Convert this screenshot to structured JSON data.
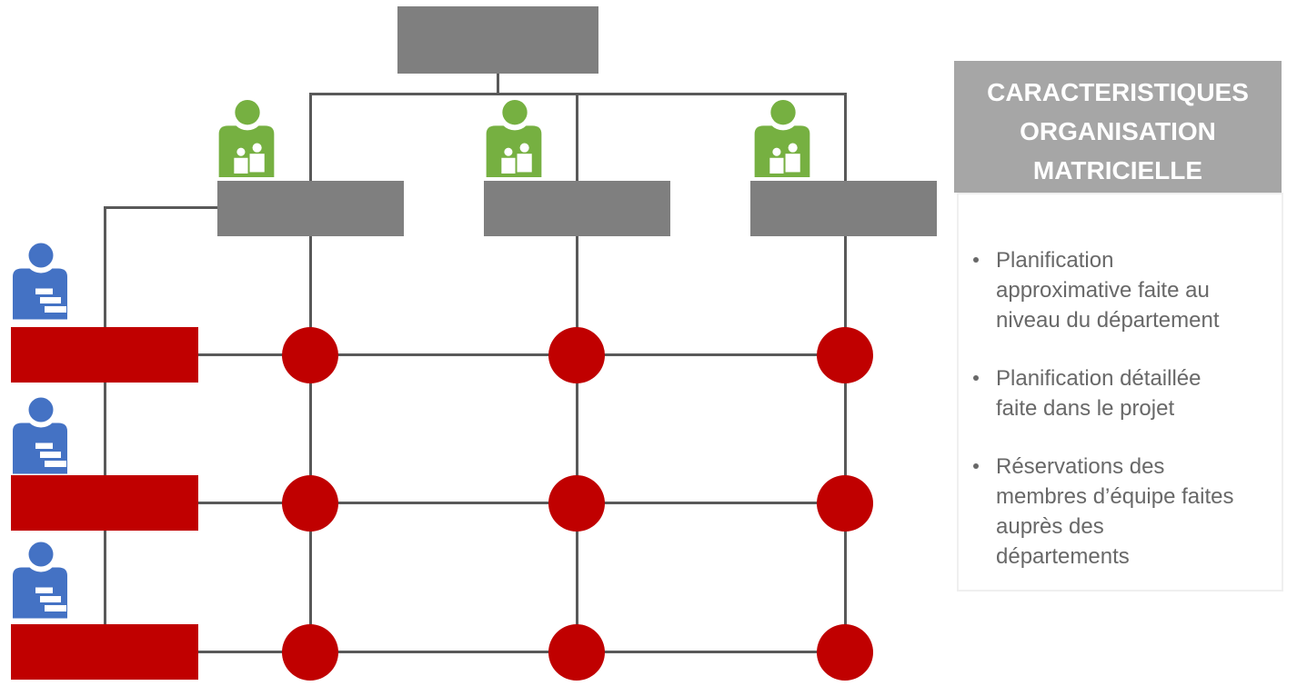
{
  "colors": {
    "org_box_gray": "#7F7F7F",
    "panel_header_gray": "#A6A6A6",
    "connector_line_gray": "#595959",
    "project_red": "#C00000",
    "department_manager_green": "#76B041",
    "project_manager_blue": "#4472C4",
    "panel_text_gray": "#686868",
    "panel_border": "#EFEFEF"
  },
  "diagram": {
    "top_box_label": "",
    "departments": [
      {
        "icon": "department-manager-icon",
        "box_label": ""
      },
      {
        "icon": "department-manager-icon",
        "box_label": ""
      },
      {
        "icon": "department-manager-icon",
        "box_label": ""
      }
    ],
    "projects": [
      {
        "icon": "project-manager-icon",
        "box_label": ""
      },
      {
        "icon": "project-manager-icon",
        "box_label": ""
      },
      {
        "icon": "project-manager-icon",
        "box_label": ""
      }
    ],
    "matrix_nodes": {
      "rows": 3,
      "columns": 3,
      "shape": "red-circle"
    }
  },
  "panel": {
    "title": "CARACTERISTIQUES ORGANISATION MATRICIELLE",
    "bullets": [
      "Planification approximative faite au niveau du département",
      "Planification détaillée faite dans le projet",
      "Réservations des membres d’équipe faites auprès des départements"
    ]
  }
}
